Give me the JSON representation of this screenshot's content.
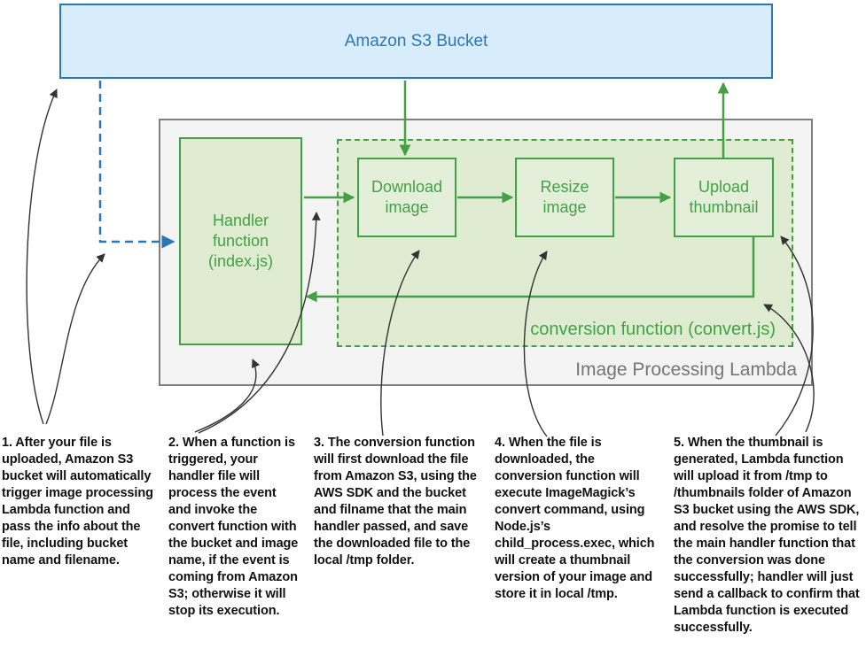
{
  "colors": {
    "green": "#43a145",
    "green_fill_outer": "#dfecd2",
    "green_fill_inner": "#e3efd9",
    "blue": "#2e75b6",
    "blue_fill": "#d7edfb",
    "gray_border": "#7f7f7f",
    "gray_fill": "#f4f4f5",
    "gray_text": "#757575",
    "annotation_text": "#111111",
    "black_arrow": "#333333"
  },
  "diagram": {
    "s3_bucket": {
      "label": "Amazon S3 Bucket"
    },
    "lambda_container": {
      "label": "Image Processing Lambda"
    },
    "handler": {
      "label": [
        "Handler",
        "function",
        "(index.js)"
      ]
    },
    "conversion": {
      "label": "conversion function (convert.js)"
    },
    "steps": [
      {
        "id": "download-image",
        "label": [
          "Download",
          "image"
        ]
      },
      {
        "id": "resize-image",
        "label": [
          "Resize",
          "image"
        ]
      },
      {
        "id": "upload-thumbnail",
        "label": [
          "Upload",
          "thumbnail"
        ]
      }
    ],
    "arrows": [
      {
        "id": "s3-to-download",
        "style": "green-solid"
      },
      {
        "id": "upload-to-s3",
        "style": "green-solid"
      },
      {
        "id": "handler-to-download",
        "style": "green-solid"
      },
      {
        "id": "download-to-resize",
        "style": "green-solid"
      },
      {
        "id": "resize-to-upload",
        "style": "green-solid"
      },
      {
        "id": "upload-return-to-handler",
        "style": "green-solid"
      },
      {
        "id": "s3-trigger-to-handler",
        "style": "blue-dashed"
      }
    ]
  },
  "annotations": [
    {
      "text": "1. After your file is uploaded, Amazon S3 bucket will automatically trigger image processing Lambda function and pass the info about the file, including bucket name and filename."
    },
    {
      "text": "2. When a function is triggered, your handler file will process the event and invoke the convert function with the bucket and image name, if the event is coming from Amazon S3; otherwise it will stop its execution."
    },
    {
      "text": "3. The conversion function will first download the file from Amazon S3, using the AWS SDK and the bucket and filname that the main handler passed, and save the downloaded file to the local /tmp folder."
    },
    {
      "text": "4. When the file is downloaded, the conversion function will execute ImageMagick’s convert command, using Node.js’s child_process.exec, which will create a thumbnail version of your image and store it in local /tmp."
    },
    {
      "text": "5. When the thumbnail is generated, Lambda function will upload it from /tmp to /thumbnails folder of Amazon S3 bucket using the AWS SDK, and resolve the promise to tell the main handler function that the conversion was done successfully; handler will just send a callback to confirm that Lambda function is executed successfully."
    }
  ]
}
